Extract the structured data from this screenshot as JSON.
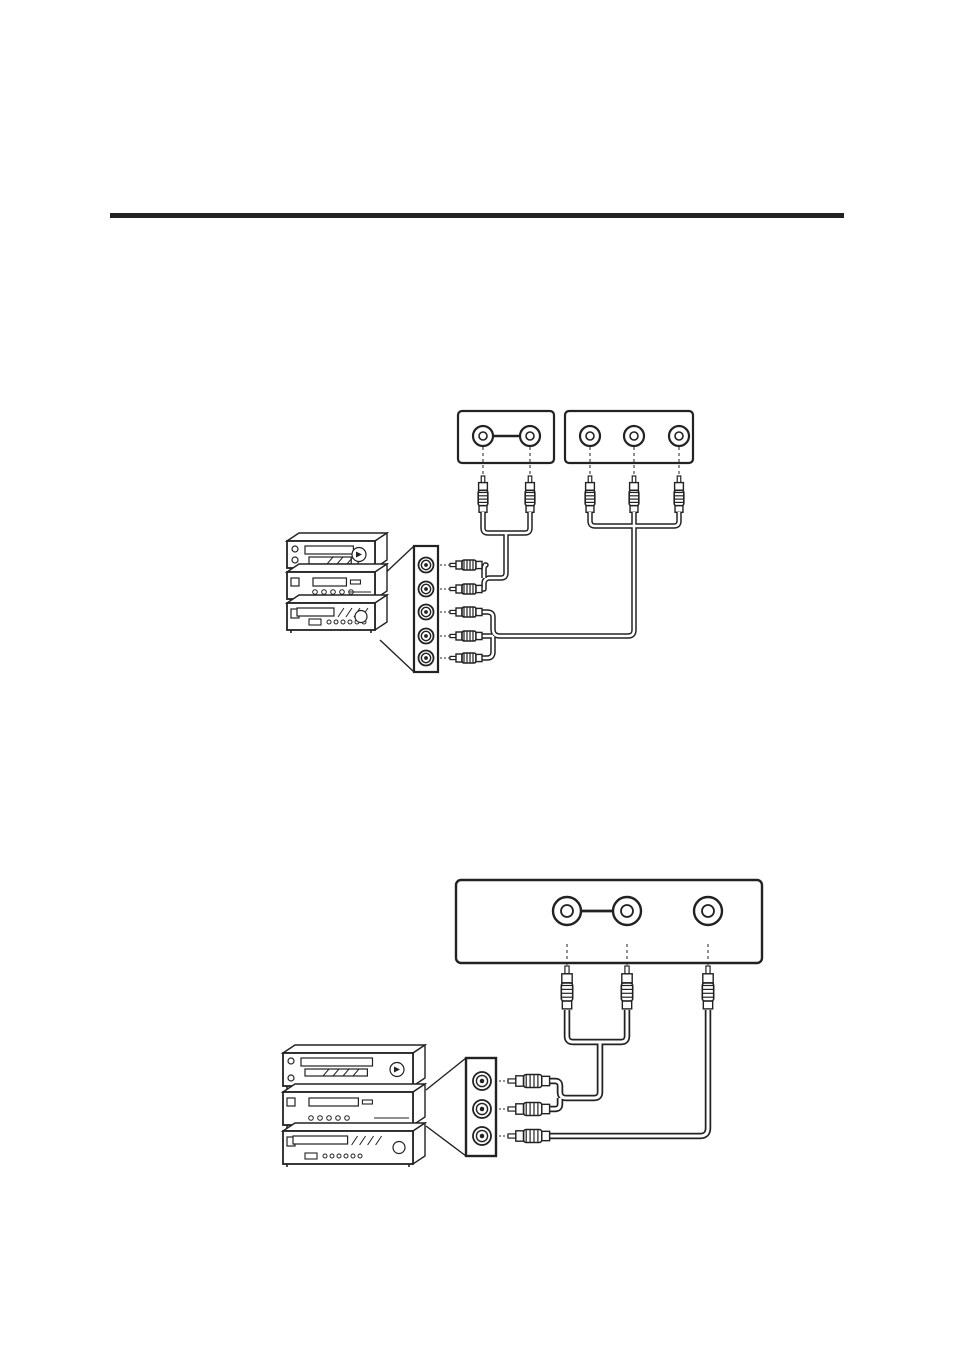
{
  "colors": {
    "ink": "#222222",
    "paper": "#ffffff",
    "panel": "#ffffff",
    "jack_fill": "#ffffff"
  },
  "icons": [
    "rca-jack-icon",
    "rca-plug-icon",
    "av-stack-icon",
    "cable"
  ],
  "diagrams": [
    {
      "id": "upper",
      "panels": [
        {
          "name": "panel-left",
          "jack_count": 2,
          "linked_pair": true
        },
        {
          "name": "panel-right",
          "jack_count": 3,
          "linked_pair": false
        }
      ],
      "device_jacks": 5,
      "device_units": 3
    },
    {
      "id": "lower",
      "panels": [
        {
          "name": "panel-wide",
          "jack_count": 3,
          "linked_pair": true
        }
      ],
      "device_jacks": 3,
      "device_units": 3
    }
  ]
}
